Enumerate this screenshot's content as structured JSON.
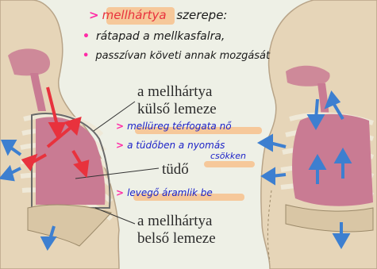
{
  "labels": {
    "outer_line1": "a mellhártya",
    "outer_line2": "külső lemeze",
    "lung": "tüdő",
    "inner_line1": "a mellhártya",
    "inner_line2": "belső lemeze"
  },
  "notes": {
    "title": "mellhártya",
    "title_suffix": "szerepe:",
    "bullet1": "rátapad a mellkasfalra,",
    "bullet2": "passzívan követi annak mozgását",
    "note1": "mellüreg térfogata nő",
    "note2": "a tüdőben a nyomás",
    "note2b": "csökken",
    "note3": "levegő áramlik be"
  },
  "marks": {
    "arrow": ">",
    "bullet": "•"
  },
  "colors": {
    "background": "#eef0e6",
    "skin": "#e6d5b8",
    "lung": "#c97b93",
    "rib": "#efe9d8",
    "red_arrow": "#e8323d",
    "blue_arrow": "#3d7fd0",
    "pink_pen": "#ff2aa6",
    "orange_highlight": "#f6c89a",
    "blue_ink": "#1d23c8",
    "black_ink": "#1a1a1a"
  }
}
